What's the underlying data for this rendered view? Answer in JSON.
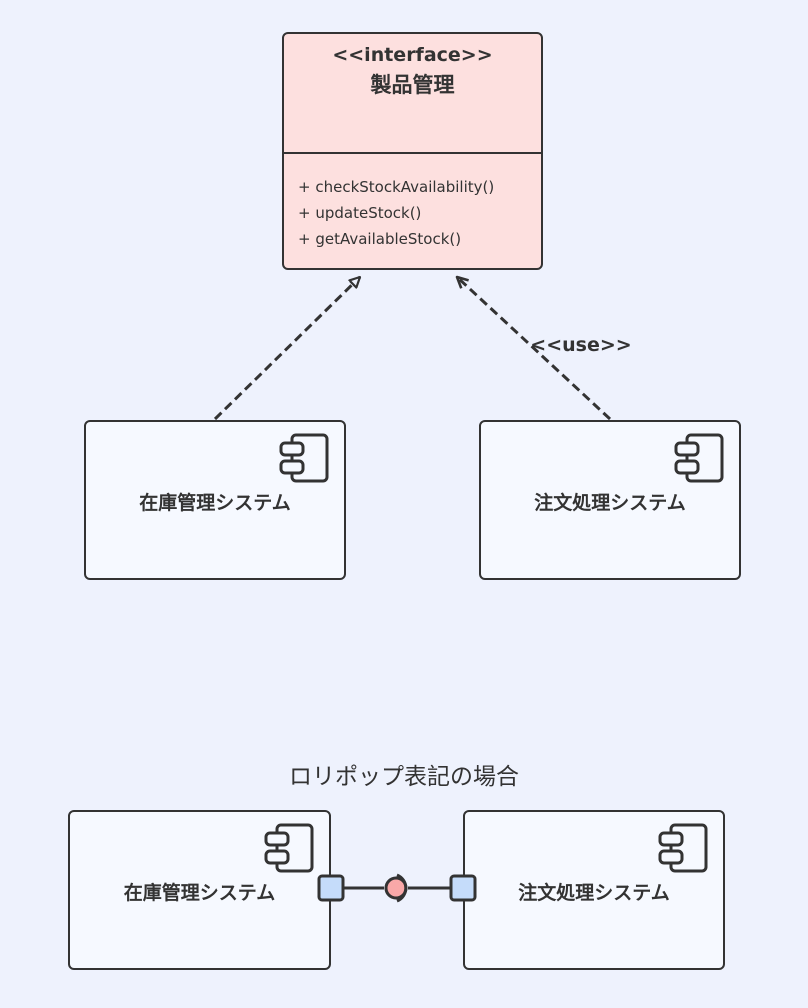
{
  "interface": {
    "stereotype": "<<interface>>",
    "name": "製品管理",
    "operations": [
      "+ checkStockAvailability()",
      "+ updateStock()",
      "+ getAvailableStock()"
    ]
  },
  "components_top": [
    {
      "name": "在庫管理システム"
    },
    {
      "name": "注文処理システム"
    }
  ],
  "relations": {
    "realization": {
      "from": "在庫管理システム",
      "to": "製品管理",
      "type": "realization"
    },
    "use": {
      "from": "注文処理システム",
      "to": "製品管理",
      "type": "dependency",
      "label": "<<use>>"
    }
  },
  "lollipop_section": {
    "title": "ロリポップ表記の場合",
    "components": [
      {
        "name": "在庫管理システム"
      },
      {
        "name": "注文処理システム"
      }
    ]
  },
  "colors": {
    "background": "#eef2fd",
    "interface_fill": "#fde0df",
    "component_fill": "#f6f9ff",
    "port_fill": "#c5dcfa",
    "lollipop_fill": "#f9a8a8",
    "stroke": "#333333"
  }
}
